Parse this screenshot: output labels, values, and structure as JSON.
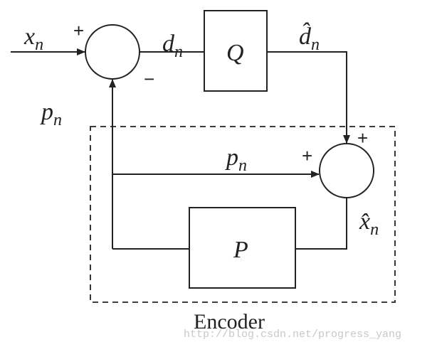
{
  "diagram": {
    "input_label": "x",
    "input_sub": "n",
    "diff_label": "d",
    "diff_sub": "n",
    "quantizer_label": "Q",
    "quantized_label": "d̂",
    "quantized_sub": "n",
    "prediction_label_outer": "p",
    "prediction_sub_outer": "n",
    "prediction_label_inner": "p",
    "prediction_sub_inner": "n",
    "recon_label": "x̂",
    "recon_sub": "n",
    "predictor_label": "P",
    "encoder_label": "Encoder",
    "sign_sum1_plus": "+",
    "sign_sum1_minus": "−",
    "sign_sum2_top": "+",
    "sign_sum2_left": "+",
    "watermark": "http://blog.csdn.net/progress_yang"
  }
}
